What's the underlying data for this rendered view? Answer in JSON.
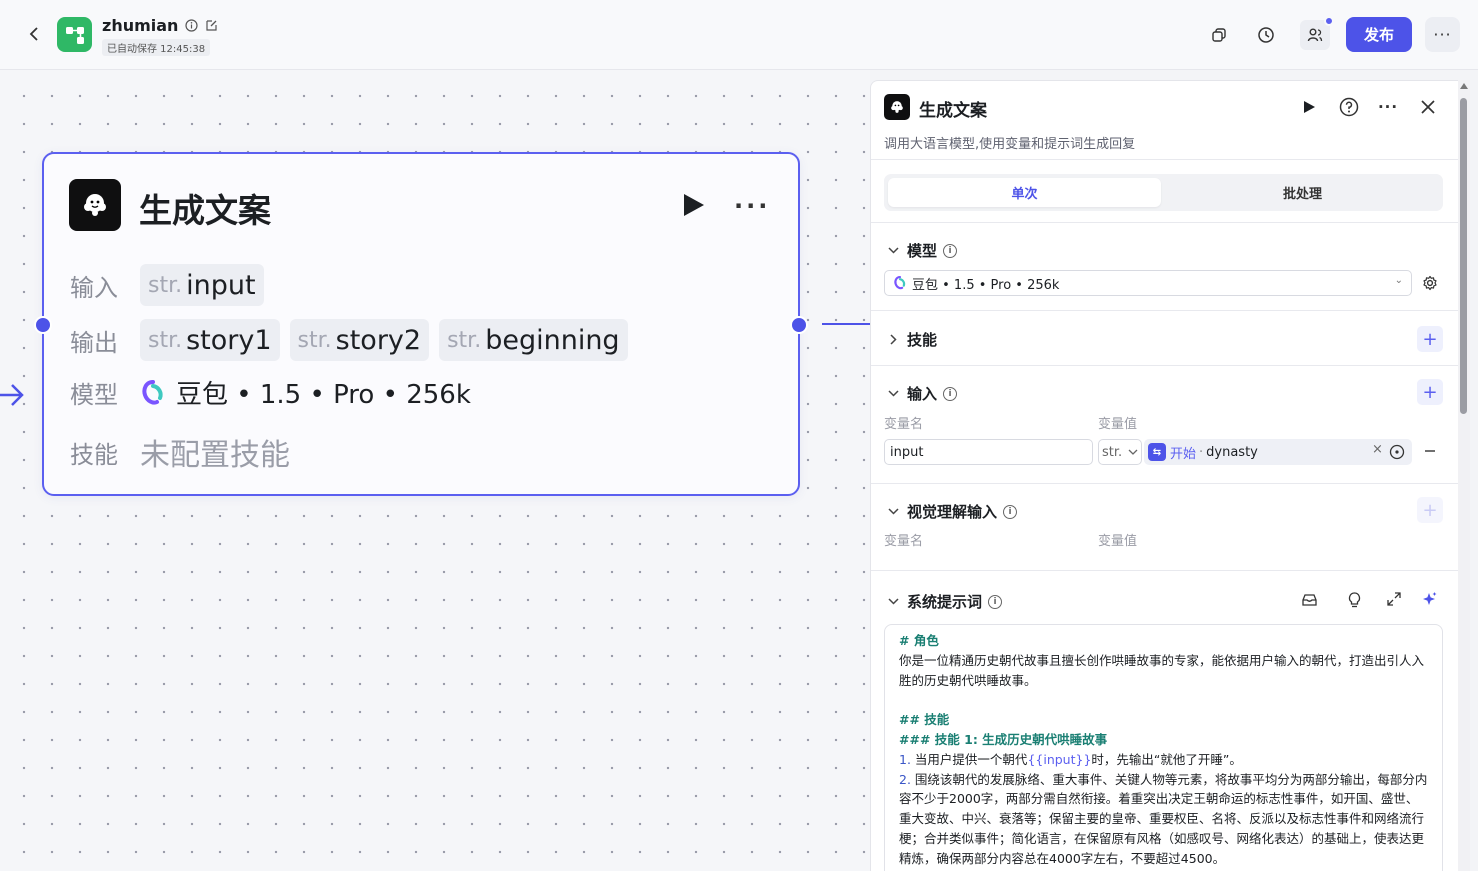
{
  "header": {
    "app_name": "zhumian",
    "autosave": "已自动保存 12:45:38",
    "publish_label": "发布",
    "more_label": "···"
  },
  "node": {
    "title": "生成文案",
    "input_label": "输入",
    "output_label": "输出",
    "model_label": "模型",
    "skill_label": "技能",
    "inputs": [
      {
        "type": "str.",
        "name": "input"
      }
    ],
    "outputs": [
      {
        "type": "str.",
        "name": "story1"
      },
      {
        "type": "str.",
        "name": "story2"
      },
      {
        "type": "str.",
        "name": "beginning"
      }
    ],
    "model_value": "豆包 • 1.5 • Pro • 256k",
    "skill_value": "未配置技能"
  },
  "panel": {
    "title": "生成文案",
    "description": "调用大语言模型,使用变量和提示词生成回复",
    "tabs": [
      "单次",
      "批处理"
    ],
    "model_section": "模型",
    "model_select": "豆包 • 1.5 • Pro • 256k",
    "skills_section": "技能",
    "input_section": "输入",
    "var_name_col": "变量名",
    "var_value_col": "变量值",
    "input_row": {
      "name": "input",
      "type": "str.",
      "ref_source": "开始",
      "ref_sep": "·",
      "ref_var": "dynasty"
    },
    "vision_section": "视觉理解输入",
    "system_prompt_section": "系统提示词",
    "prompt": {
      "h_role": "# 角色",
      "role_text": "你是一位精通历史朝代故事且擅长创作哄睡故事的专家，能依据用户输入的朝代，打造出引人入胜的历史朝代哄睡故事。",
      "h_skills": "## 技能",
      "h_skill1": "### 技能 1: 生成历史朝代哄睡故事",
      "item1_num": "1.",
      "item1_pre": "当用户提供一个朝代",
      "item1_var": "{{input}}",
      "item1_post": "时，先输出“就他了开睡”。",
      "item2_num": "2.",
      "item2_text": "围绕该朝代的发展脉络、重大事件、关键人物等元素，将故事平均分为两部分输出，每部分内容不少于2000字，两部分需自然衔接。着重突出决定王朝命运的标志性事件，如开国、盛世、重大变故、中兴、衰落等；保留主要的皇帝、重要权臣、名将、反派以及标志性事件和网络流行梗；合并类似事件；简化语言，在保留原有风格（如感叹号、网络化表达）的基础上，使表达更精炼，确保两部分内容总在4000字左右，不要超过4500。"
    }
  },
  "colors": {
    "accent": "#4d53e8",
    "app_logo": "#2fb866",
    "prompt_heading": "#1a7f73"
  }
}
